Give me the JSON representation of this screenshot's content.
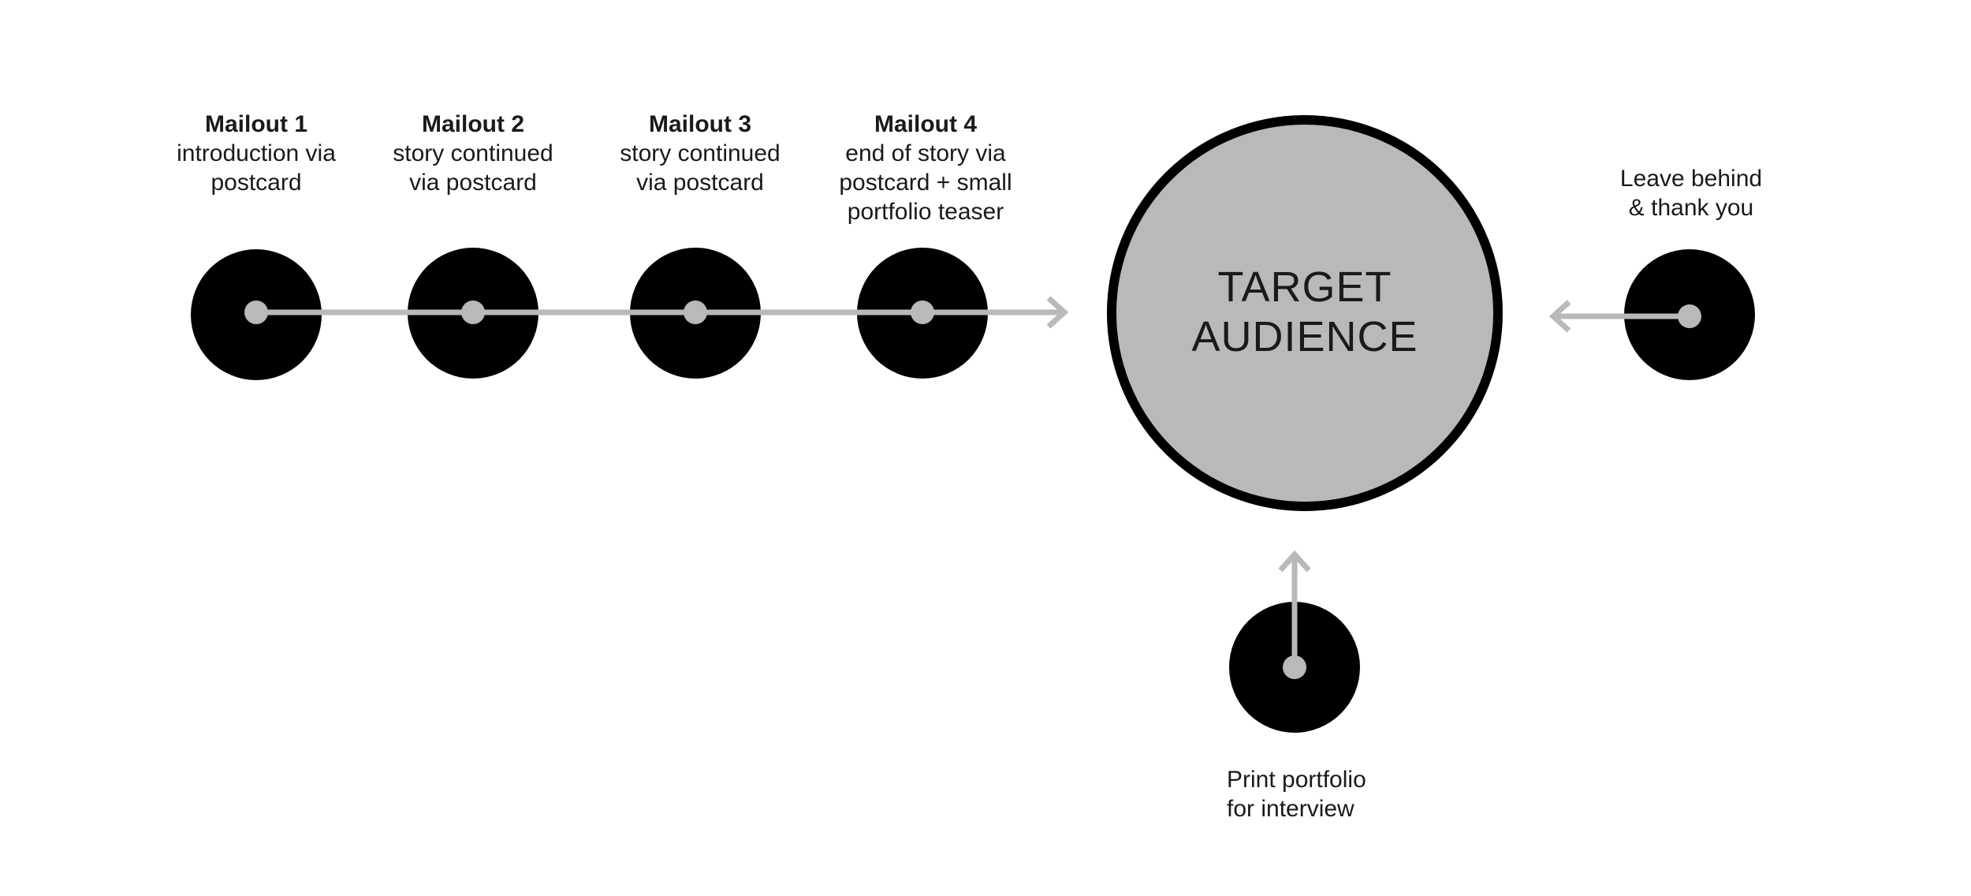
{
  "colors": {
    "node_fill": "#000000",
    "connector": "#b8b9bb",
    "target_fill": "#b8b9bb",
    "target_stroke": "#000000"
  },
  "target": {
    "line1": "TARGET",
    "line2": "AUDIENCE"
  },
  "mailouts": [
    {
      "title": "Mailout 1",
      "lines": [
        "introduction via",
        "postcard"
      ]
    },
    {
      "title": "Mailout 2",
      "lines": [
        "story continued",
        "via postcard"
      ]
    },
    {
      "title": "Mailout 3",
      "lines": [
        "story continued",
        "via postcard"
      ]
    },
    {
      "title": "Mailout 4",
      "lines": [
        "end of story via",
        "postcard + small",
        "portfolio teaser"
      ]
    }
  ],
  "leave_behind": {
    "lines": [
      "Leave behind",
      "& thank you"
    ]
  },
  "print_portfolio": {
    "lines": [
      "Print portfolio",
      "for interview"
    ]
  }
}
